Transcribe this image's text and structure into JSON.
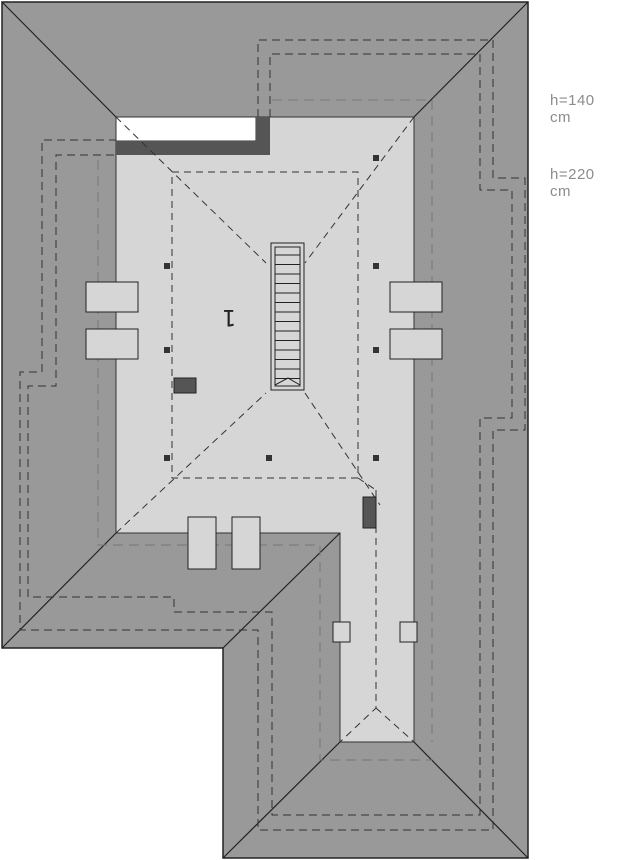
{
  "plan": {
    "room_number": "1",
    "legend": [
      {
        "text": "h=140 cm"
      },
      {
        "text": "h=220 cm"
      }
    ]
  },
  "colors": {
    "roof": "#999999",
    "floor": "#d6d6d6",
    "opening": "#ffffff",
    "dark": "#555555",
    "line": "#222222",
    "legend_text": "#8c8c8c"
  }
}
